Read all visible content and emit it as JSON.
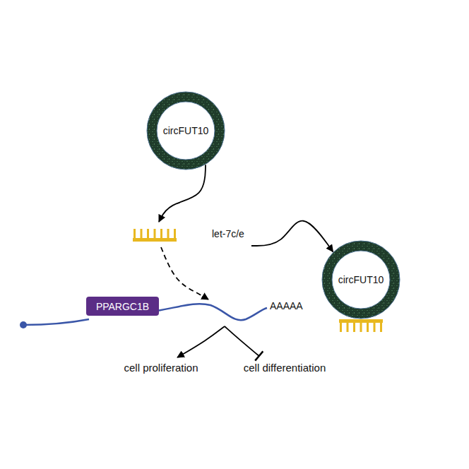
{
  "diagram": {
    "nodes": [
      {
        "text": [
          "circFUT10"
        ]
      },
      {
        "text": [
          "let-7c/e"
        ]
      },
      {
        "text": [
          "circFUT10"
        ]
      },
      {
        "text": [
          "PPARGC1B"
        ]
      },
      {
        "text": [
          "cell proliferation"
        ]
      },
      {
        "text": [
          "cell differentiation"
        ]
      }
    ],
    "edges": [
      {
        "from": 0,
        "to": 1,
        "arrow": "to"
      },
      {
        "from": 1,
        "to": 3,
        "arrow": "to"
      },
      {
        "from": 1,
        "to": 2,
        "arrow": "to"
      },
      {
        "from": 3,
        "to": 4,
        "arrow": "to"
      },
      {
        "from": 3,
        "to": 5,
        "arrow": "to"
      }
    ],
    "labels": [
      "AAAAA"
    ]
  }
}
